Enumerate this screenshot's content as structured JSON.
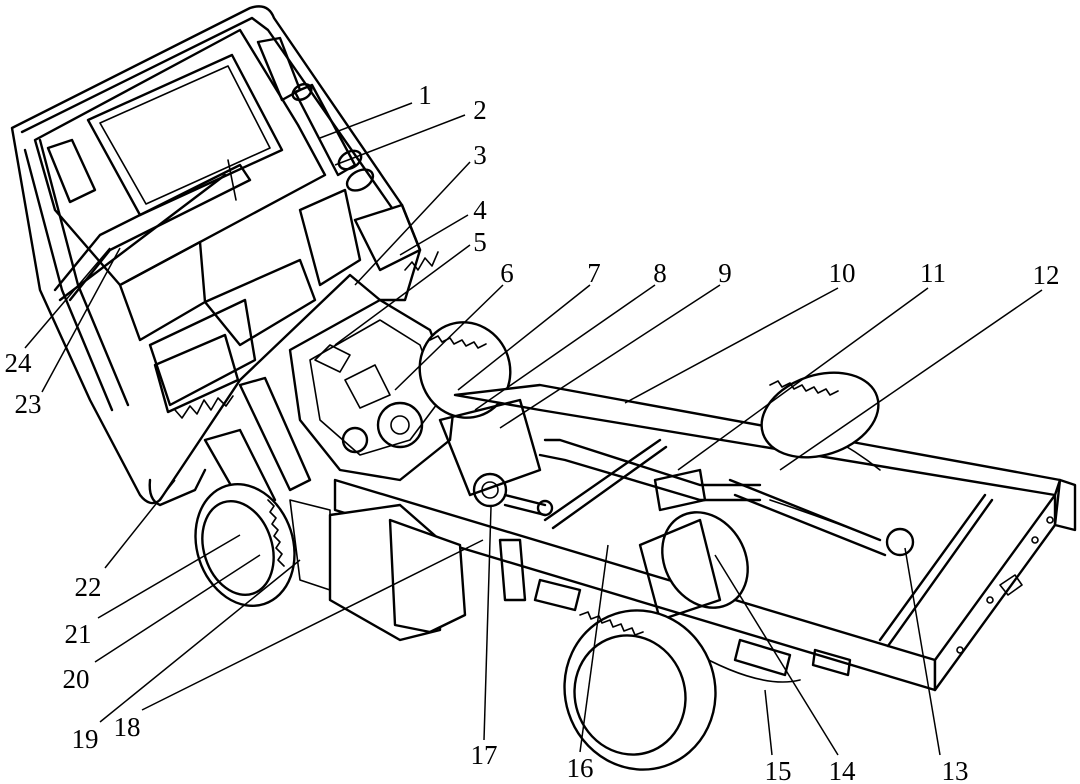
{
  "callouts": [
    "1",
    "2",
    "3",
    "4",
    "5",
    "6",
    "7",
    "8",
    "9",
    "10",
    "11",
    "12",
    "13",
    "14",
    "15",
    "16",
    "17",
    "18",
    "19",
    "20",
    "21",
    "22",
    "23",
    "24"
  ],
  "colors": {
    "ink": "#000000",
    "paper": "#ffffff"
  }
}
